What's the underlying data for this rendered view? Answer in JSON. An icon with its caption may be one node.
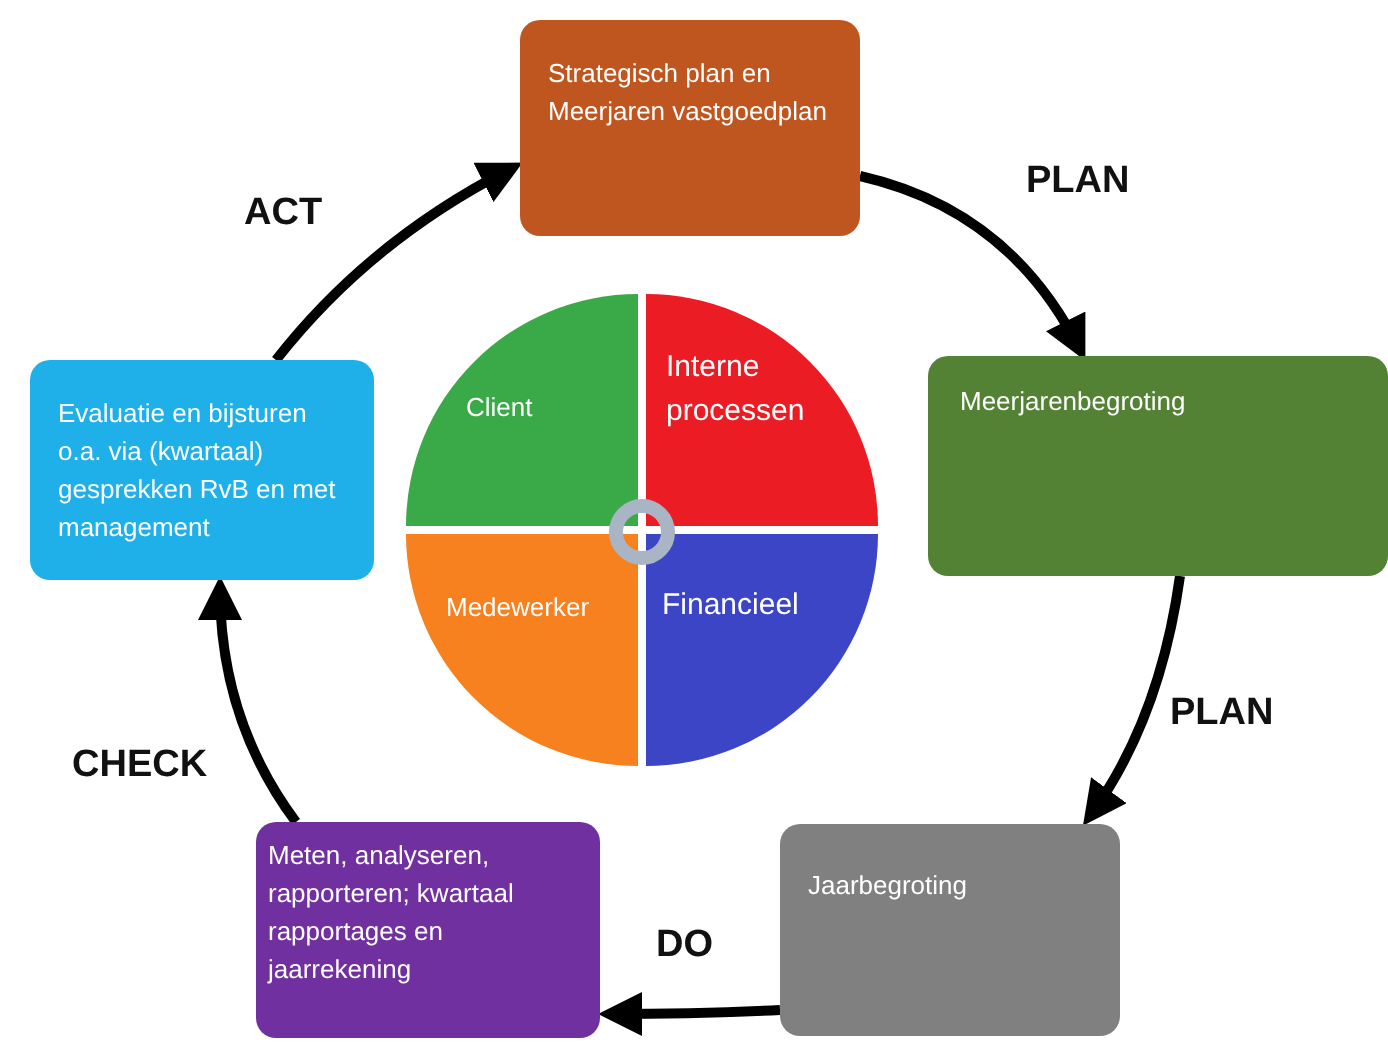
{
  "diagram": {
    "nodes": [
      {
        "text": [
          "Strategisch plan en Meerjaren vastgoedplan"
        ]
      },
      {
        "text": [
          "Meerjarenbegroting"
        ]
      },
      {
        "text": [
          "Jaarbegroting"
        ]
      },
      {
        "text": [
          "Meten, analyseren, rapporteren; kwartaal rapportages en jaarrekening"
        ]
      },
      {
        "text": [
          "Evaluatie en bijsturen o.a. via (kwartaal) gesprekken RvB en met management"
        ]
      },
      {
        "text": [
          "Client"
        ]
      },
      {
        "text": [
          "Interne processen"
        ]
      },
      {
        "text": [
          "Medewerker"
        ]
      },
      {
        "text": [
          "Financieel"
        ]
      }
    ],
    "edges": [
      {
        "from": 0,
        "to": 1,
        "arrow": "to"
      },
      {
        "from": 1,
        "to": 2,
        "arrow": "to"
      },
      {
        "from": 2,
        "to": 3,
        "arrow": "to"
      },
      {
        "from": 3,
        "to": 4,
        "arrow": "to"
      },
      {
        "from": 4,
        "to": 0,
        "arrow": "to"
      }
    ],
    "labels": [
      "PLAN",
      "ACT",
      "PLAN",
      "CHECK",
      "DO"
    ]
  }
}
